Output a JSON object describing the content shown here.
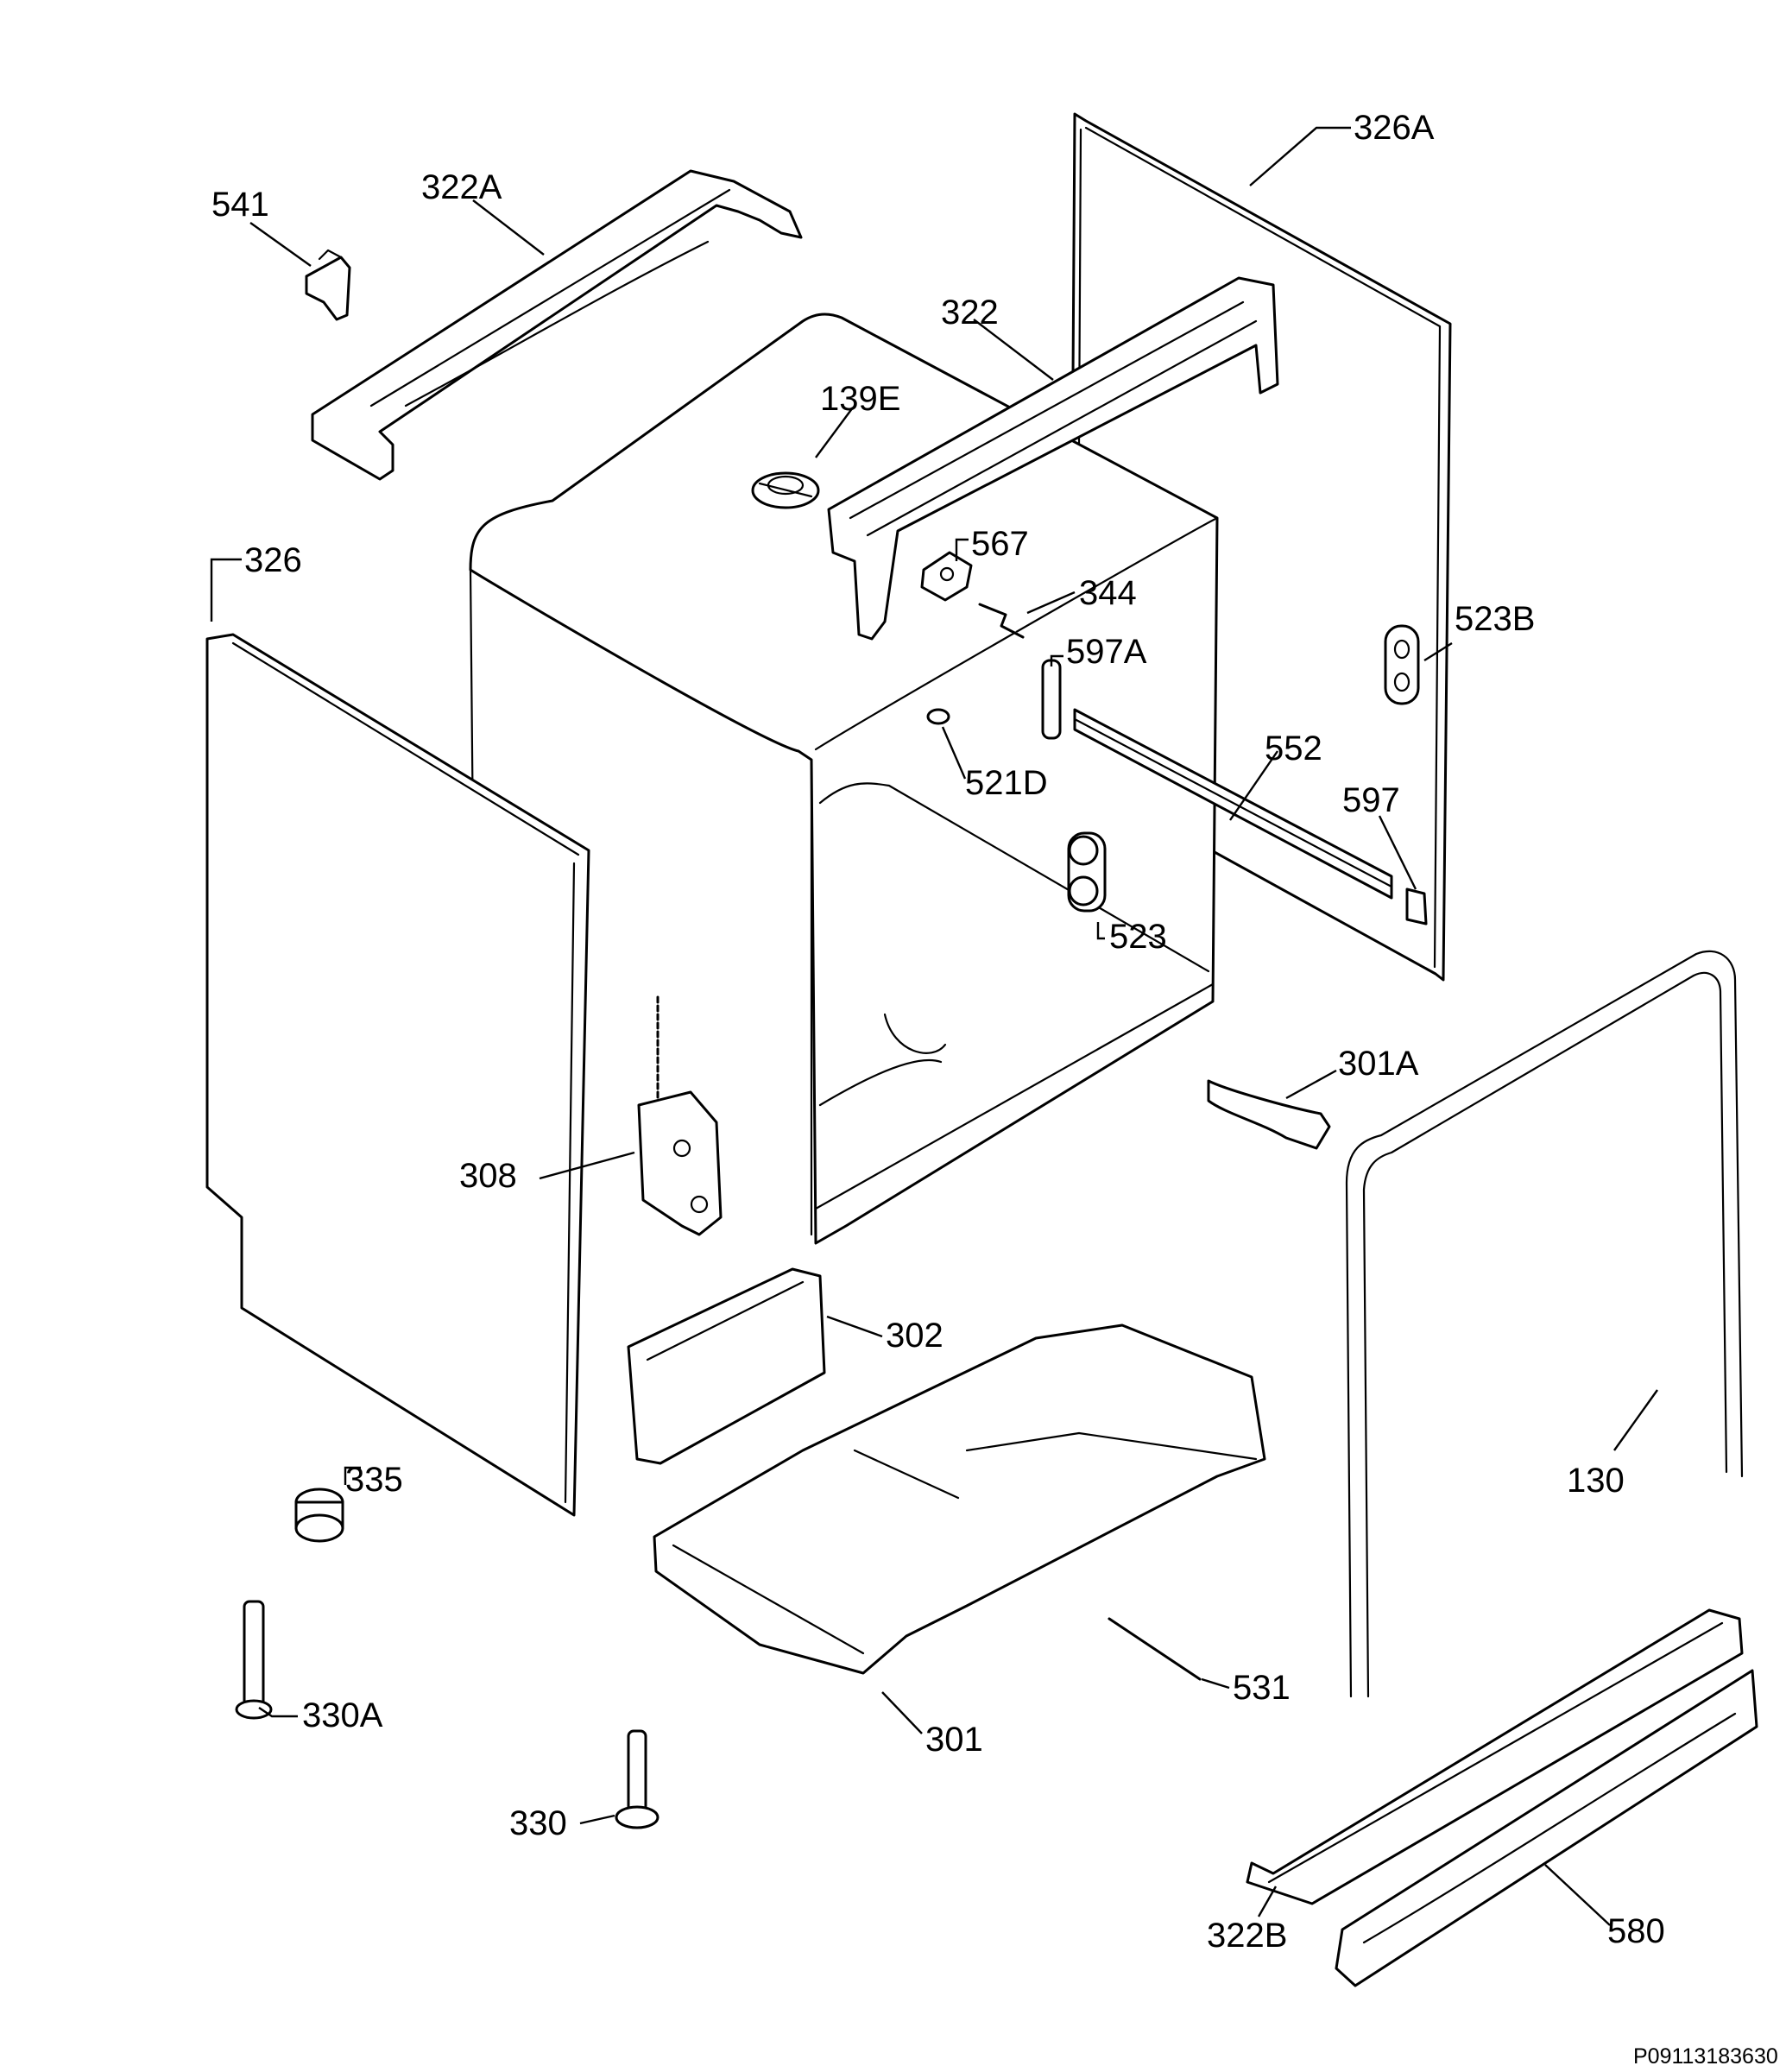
{
  "colors": {
    "line": "#000000",
    "background": "#ffffff"
  },
  "callouts": {
    "c541": "541",
    "c322a": "322A",
    "c326a": "326A",
    "c322": "322",
    "c139e": "139E",
    "c326": "326",
    "c567": "567",
    "c344": "344",
    "c523b": "523B",
    "c597a": "597A",
    "c552": "552",
    "c521d": "521D",
    "c597": "597",
    "c523": "523",
    "c301a": "301A",
    "c308": "308",
    "c302": "302",
    "c335": "335",
    "c130": "130",
    "c531": "531",
    "c330a": "330A",
    "c301": "301",
    "c330": "330",
    "c322b": "322B",
    "c580": "580"
  },
  "document_id": "P09113183630"
}
